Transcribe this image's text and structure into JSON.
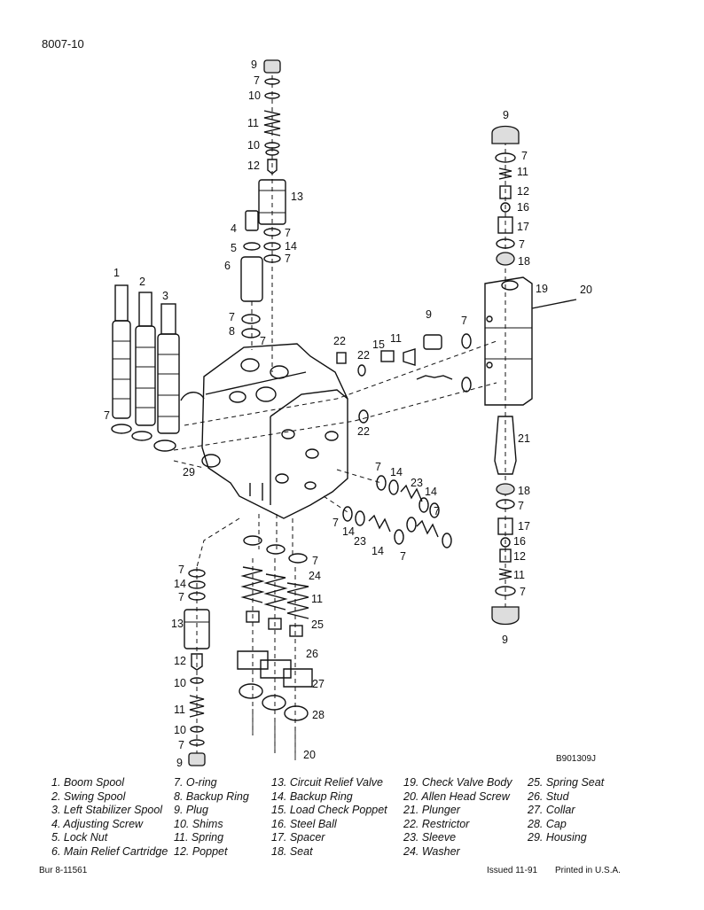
{
  "header": {
    "page_code": "8007-10"
  },
  "figure": {
    "reference_code": "B901309J"
  },
  "callouts": [
    {
      "text": "9"
    },
    {
      "text": "7"
    },
    {
      "text": "10"
    },
    {
      "text": "11"
    },
    {
      "text": "10"
    },
    {
      "text": "12"
    },
    {
      "text": "13"
    },
    {
      "text": "4"
    },
    {
      "text": "5"
    },
    {
      "text": "6"
    },
    {
      "text": "7"
    },
    {
      "text": "14"
    },
    {
      "text": "7"
    },
    {
      "text": "1"
    },
    {
      "text": "2"
    },
    {
      "text": "3"
    },
    {
      "text": "7"
    },
    {
      "text": "8"
    },
    {
      "text": "7"
    },
    {
      "text": "22"
    },
    {
      "text": "22"
    },
    {
      "text": "15"
    },
    {
      "text": "11"
    },
    {
      "text": "9"
    },
    {
      "text": "7"
    },
    {
      "text": "22"
    },
    {
      "text": "7"
    },
    {
      "text": "29"
    },
    {
      "text": "9"
    },
    {
      "text": "7"
    },
    {
      "text": "11"
    },
    {
      "text": "12"
    },
    {
      "text": "16"
    },
    {
      "text": "17"
    },
    {
      "text": "7"
    },
    {
      "text": "18"
    },
    {
      "text": "19"
    },
    {
      "text": "20"
    },
    {
      "text": "21"
    },
    {
      "text": "18"
    },
    {
      "text": "7"
    },
    {
      "text": "17"
    },
    {
      "text": "16"
    },
    {
      "text": "12"
    },
    {
      "text": "11"
    },
    {
      "text": "7"
    },
    {
      "text": "9"
    },
    {
      "text": "7"
    },
    {
      "text": "14"
    },
    {
      "text": "23"
    },
    {
      "text": "14"
    },
    {
      "text": "7"
    },
    {
      "text": "7"
    },
    {
      "text": "14"
    },
    {
      "text": "23"
    },
    {
      "text": "14"
    },
    {
      "text": "7"
    },
    {
      "text": "7"
    },
    {
      "text": "24"
    },
    {
      "text": "11"
    },
    {
      "text": "25"
    },
    {
      "text": "26"
    },
    {
      "text": "27"
    },
    {
      "text": "28"
    },
    {
      "text": "20"
    },
    {
      "text": "7"
    },
    {
      "text": "14"
    },
    {
      "text": "7"
    },
    {
      "text": "13"
    },
    {
      "text": "12"
    },
    {
      "text": "10"
    },
    {
      "text": "11"
    },
    {
      "text": "10"
    },
    {
      "text": "7"
    },
    {
      "text": "9"
    }
  ],
  "legend": {
    "columns": [
      [
        "1. Boom Spool",
        "2. Swing Spool",
        "3. Left Stabilizer Spool",
        "4. Adjusting Screw",
        "5. Lock Nut",
        "6. Main Relief Cartridge"
      ],
      [
        "7.  O-ring",
        "8.  Backup Ring",
        "9.  Plug",
        "10. Shims",
        "11. Spring",
        "12. Poppet"
      ],
      [
        "13. Circuit Relief Valve",
        "14. Backup Ring",
        "15. Load Check Poppet",
        "16. Steel Ball",
        "17. Spacer",
        "18. Seat"
      ],
      [
        "19. Check Valve Body",
        "20. Allen Head Screw",
        "21. Plunger",
        "22. Restrictor",
        "23. Sleeve",
        "24. Washer"
      ],
      [
        "25. Spring Seat",
        "26. Stud",
        "27. Collar",
        "28. Cap",
        "29. Housing"
      ]
    ]
  },
  "footer": {
    "bur": "Bur 8-11561",
    "issued": "Issued 11-91",
    "printed": "Printed in U.S.A."
  }
}
